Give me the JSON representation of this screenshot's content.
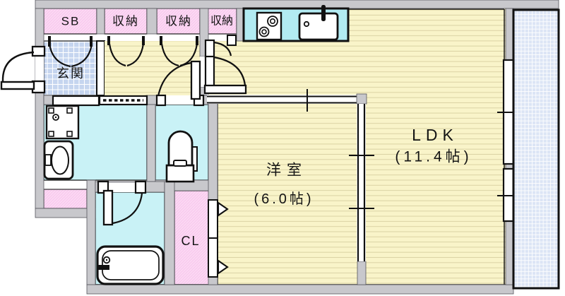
{
  "page": {
    "title": "Apartment floor plan"
  },
  "rooms": {
    "sb": {
      "label": "SB"
    },
    "storage_1": {
      "label": "収納"
    },
    "storage_2": {
      "label": "収納"
    },
    "storage_3": {
      "label": "収納"
    },
    "genkan": {
      "label": "玄関"
    },
    "ldk": {
      "label": "LDK",
      "size": "(11.4帖)"
    },
    "western_room": {
      "label": "洋室",
      "size": "(6.0帖)"
    },
    "closet": {
      "label": "CL"
    }
  },
  "fixtures": {
    "stove": "gas-stove-2-burners",
    "sink": "kitchen-sink",
    "washing_machine": "washing-machine-pan",
    "washbasin": "washbasin",
    "toilet": "toilet",
    "bathtub": "bathtub"
  },
  "colors": {
    "floor_wood": "#f9f4c9",
    "floor_wood_line": "#dcd4a6",
    "wet_area_cyan": "#c9f2f6",
    "kitchen_counter_cyan": "#b2ebf2",
    "closet_pink": "#f9ccef",
    "entry_tile_blue": "#c5d5ef",
    "balcony_blue": "#dce5f5",
    "wall_gray": "#c8c8cc",
    "line_black": "#111111"
  }
}
